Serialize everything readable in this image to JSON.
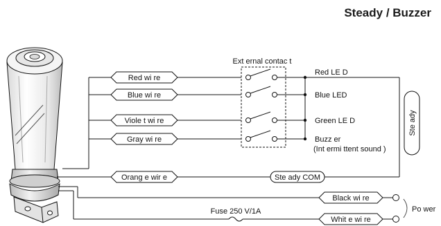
{
  "title": "Steady / Buzzer",
  "external_contact_label": "Ext ernal contac t",
  "wires": [
    {
      "label": "Red wi re",
      "output": "Red LE D"
    },
    {
      "label": "Blue wi re",
      "output": "Blue LED"
    },
    {
      "label": "Viole t wi re",
      "output": "Green LE D"
    },
    {
      "label": "Gray wi re",
      "output": "Buzz er"
    }
  ],
  "buzzer_note": "(Int ermi ttent sound )",
  "orange_wire_label": "Orang e wir e",
  "steady_com_label": "Ste ady COM",
  "steady_label": "Ste ady",
  "black_wire_label": "Black wi re",
  "white_wire_label": "Whit e wi re",
  "fuse_label": "Fuse 250 V/1A",
  "power_label": "Po wer"
}
